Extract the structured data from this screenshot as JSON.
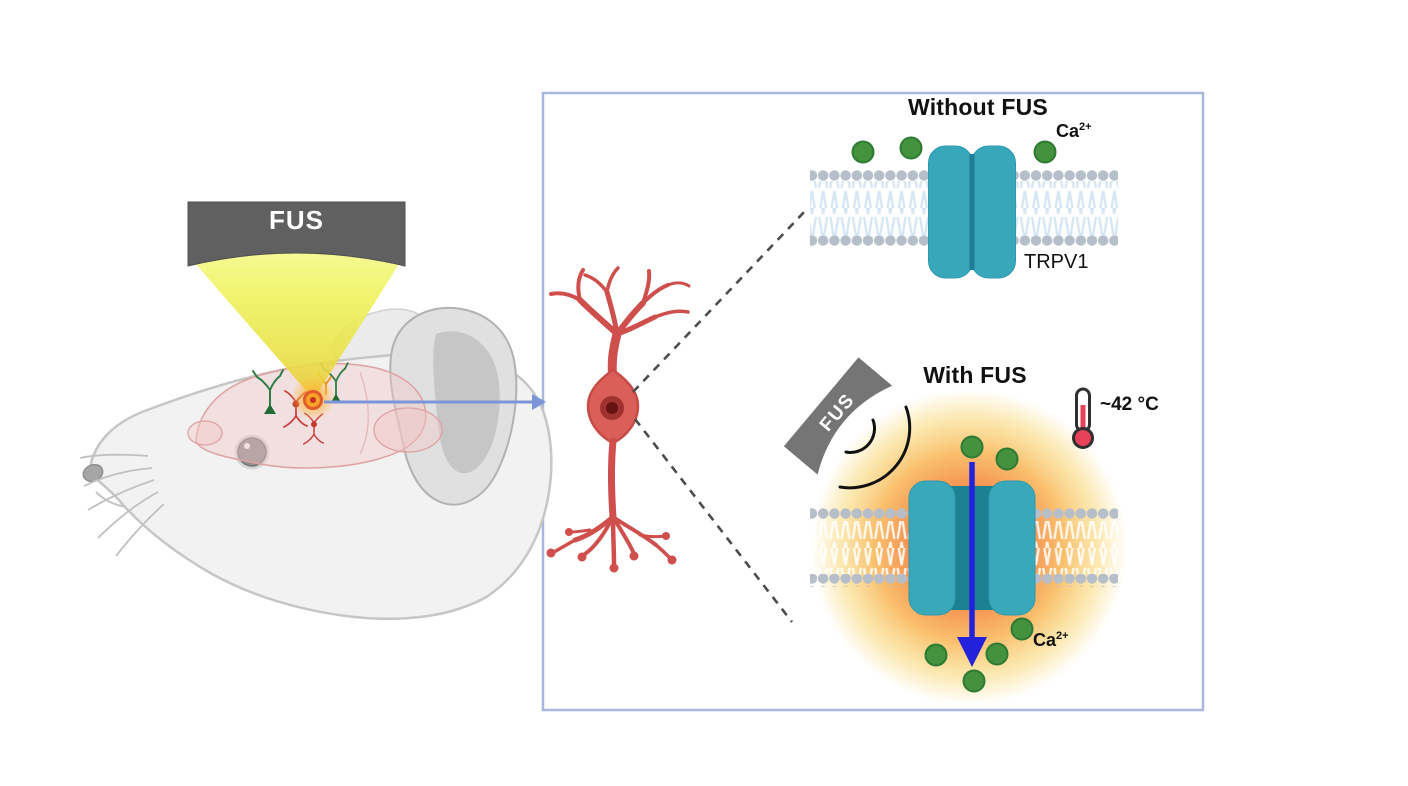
{
  "figure": {
    "device_label": "FUS",
    "top_panel": {
      "title": "Without FUS",
      "ion": {
        "symbol": "Ca",
        "charge": "2+"
      },
      "channel_label": "TRPV1"
    },
    "bottom_panel": {
      "title": "With FUS",
      "device_label": "FUS",
      "temperature": "~42 °C",
      "ion": {
        "symbol": "Ca",
        "charge": "2+"
      }
    },
    "colors": {
      "panel_border": "#a9b7de",
      "channel_teal": "#3aa8bb",
      "channel_pore": "#1c8193",
      "ion_green": "#44913e",
      "glow_orange": "#f4793a",
      "influx_arrow_blue": "#2222dd",
      "pointer_arrow_blue": "#7b96d8",
      "neuron_red": "#cf4f4c",
      "cone_yellow": "#eef25e",
      "transducer_gray": "#606060",
      "membrane_head_gray": "#b6bec9",
      "thermometer_red": "#e8415a"
    }
  }
}
